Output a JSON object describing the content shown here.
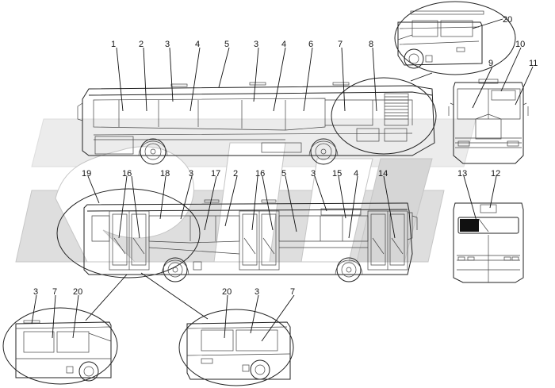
{
  "callouts": {
    "c1": "1",
    "c2a": "2",
    "c3a": "3",
    "c4a": "4",
    "c5a": "5",
    "c3b": "3",
    "c4b": "4",
    "c6": "6",
    "c7a": "7",
    "c8": "8",
    "c20a": "20",
    "c9": "9",
    "c10": "10",
    "c11": "11",
    "c19": "19",
    "c16a": "16",
    "c18": "18",
    "c3c": "3",
    "c17": "17",
    "c2b": "2",
    "c16b": "16",
    "c5b": "5",
    "c3d": "3",
    "c15": "15",
    "c4c": "4",
    "c14": "14",
    "c13": "13",
    "c12": "12",
    "c3e": "3",
    "c7b": "7",
    "c20b": "20",
    "c20c": "20",
    "c3f": "3",
    "c7c": "7"
  },
  "colors": {
    "line": "#222222",
    "watermark": "#d9d9d9"
  }
}
